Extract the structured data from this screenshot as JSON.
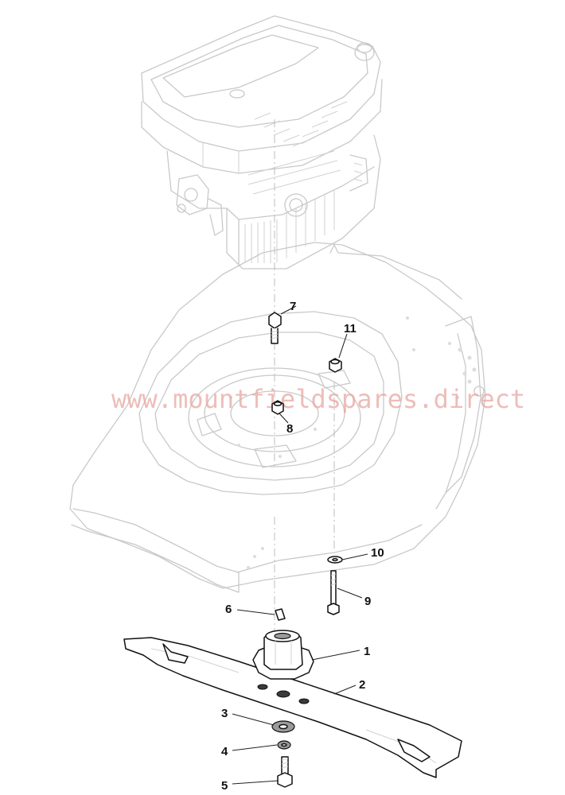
{
  "watermark": "www.mountfieldspares.direct",
  "callouts": {
    "c1": "1",
    "c2": "2",
    "c3": "3",
    "c4": "4",
    "c5": "5",
    "c6": "6",
    "c7": "7",
    "c8": "8",
    "c9": "9",
    "c10": "10",
    "c11": "11"
  },
  "colors": {
    "ghost_outline": "#c9c9c9",
    "part_outline": "#111111",
    "watermark": "#e8a7a2"
  }
}
